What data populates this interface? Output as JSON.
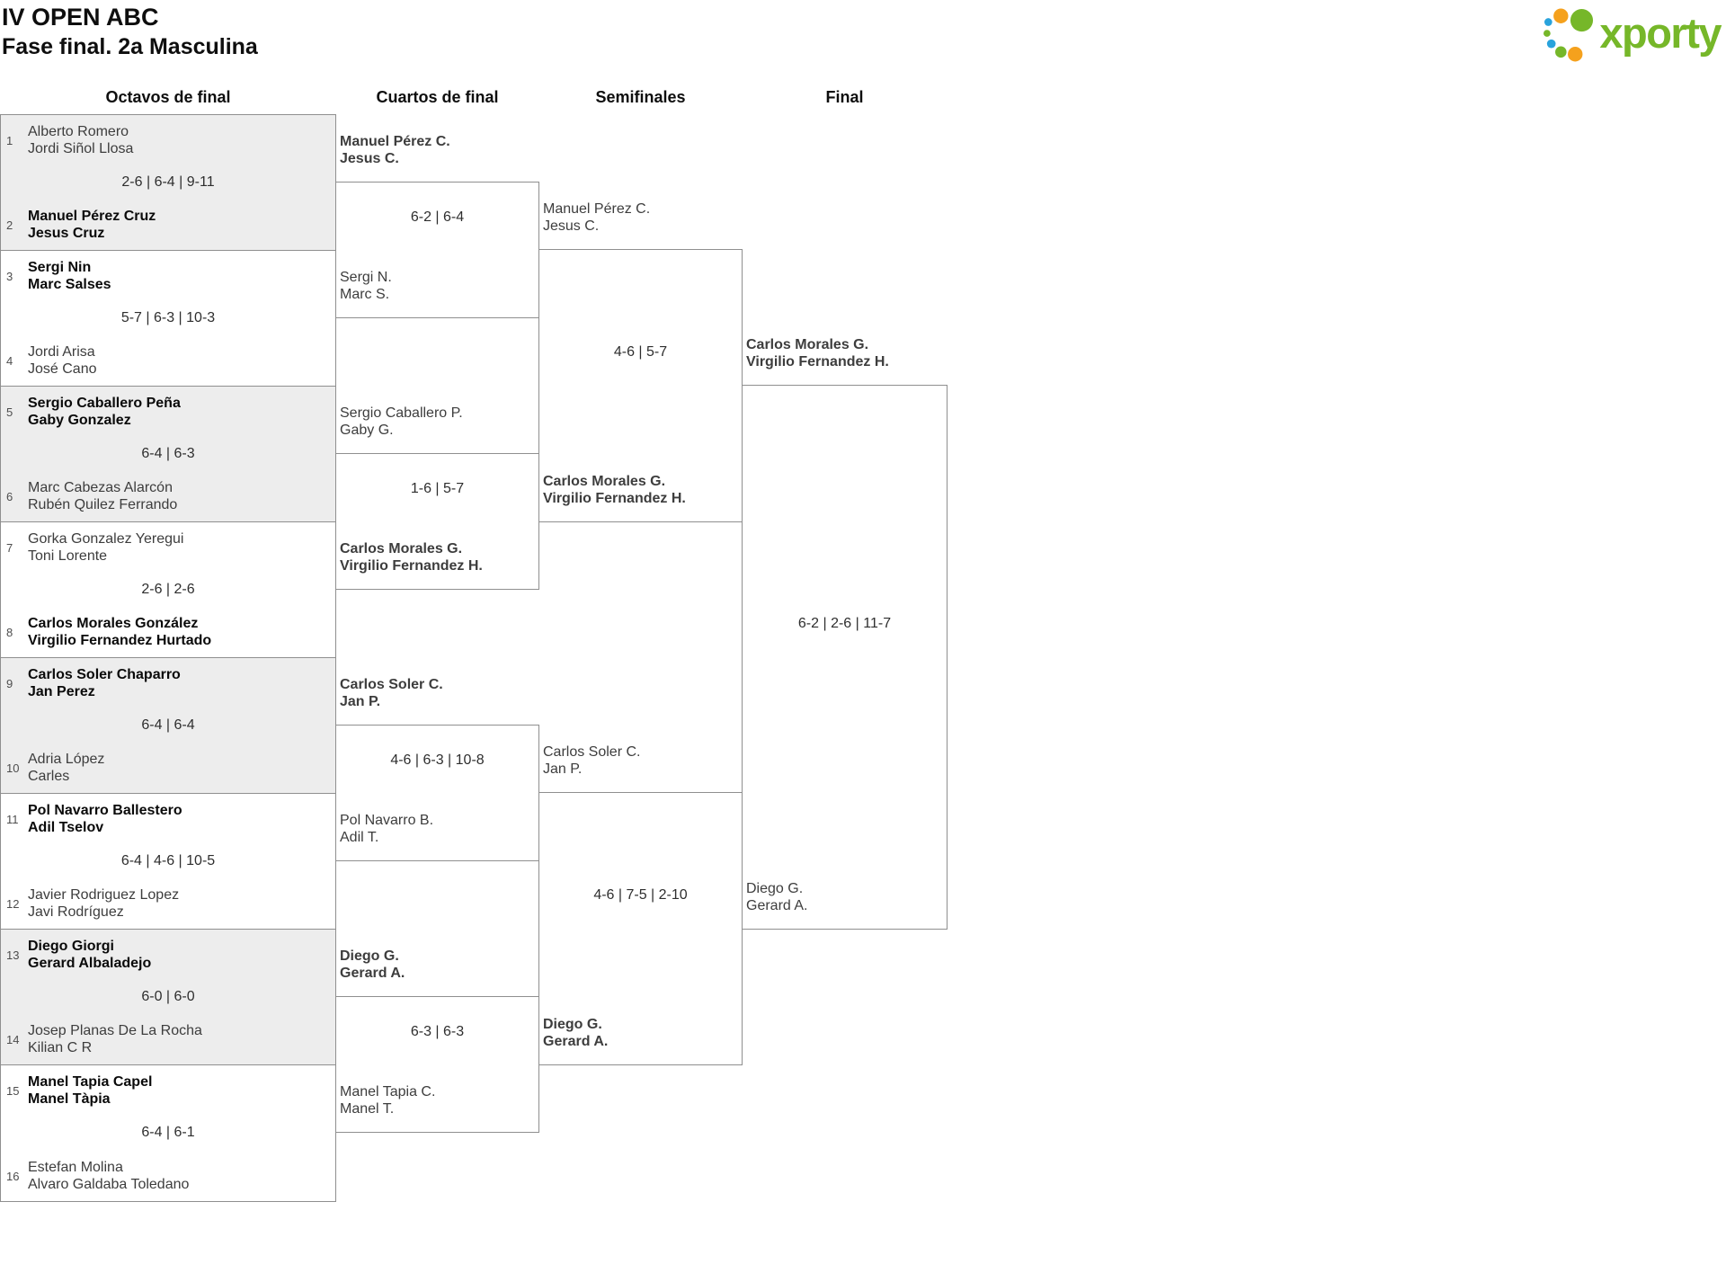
{
  "header": {
    "title": "IV OPEN ABC",
    "subtitle": "Fase final. 2a Masculina"
  },
  "logo": {
    "text": "xporty",
    "green": "#76b729",
    "orange": "#f5a11d",
    "blue": "#29a3dc"
  },
  "rounds": {
    "octavos": "Octavos de final",
    "cuartos": "Cuartos de final",
    "semifinales": "Semifinales",
    "final": "Final"
  },
  "octavos": [
    {
      "seed1": "1",
      "team1": [
        "Alberto Romero",
        "Jordi Siñol Llosa"
      ],
      "bold1": false,
      "score": "2-6 | 6-4 | 9-11",
      "seed2": "2",
      "team2": [
        "Manuel Pérez Cruz",
        "Jesus Cruz"
      ],
      "bold2": true
    },
    {
      "seed1": "3",
      "team1": [
        "Sergi Nin",
        "Marc Salses"
      ],
      "bold1": true,
      "score": "5-7 | 6-3 | 10-3",
      "seed2": "4",
      "team2": [
        "Jordi Arisa",
        "José Cano"
      ],
      "bold2": false
    },
    {
      "seed1": "5",
      "team1": [
        "Sergio Caballero Peña",
        "Gaby Gonzalez"
      ],
      "bold1": true,
      "score": "6-4 | 6-3",
      "seed2": "6",
      "team2": [
        "Marc Cabezas Alarcón",
        "Rubén Quilez Ferrando"
      ],
      "bold2": false
    },
    {
      "seed1": "7",
      "team1": [
        "Gorka Gonzalez Yeregui",
        "Toni Lorente"
      ],
      "bold1": false,
      "score": "2-6 | 2-6",
      "seed2": "8",
      "team2": [
        "Carlos Morales González",
        "Virgilio Fernandez Hurtado"
      ],
      "bold2": true
    },
    {
      "seed1": "9",
      "team1": [
        "Carlos Soler Chaparro",
        "Jan Perez"
      ],
      "bold1": true,
      "score": "6-4 | 6-4",
      "seed2": "10",
      "team2": [
        "Adria López",
        "Carles"
      ],
      "bold2": false
    },
    {
      "seed1": "11",
      "team1": [
        "Pol Navarro Ballestero",
        "Adil Tselov"
      ],
      "bold1": true,
      "score": "6-4 | 4-6 | 10-5",
      "seed2": "12",
      "team2": [
        "Javier Rodriguez Lopez",
        "Javi Rodríguez"
      ],
      "bold2": false
    },
    {
      "seed1": "13",
      "team1": [
        "Diego Giorgi",
        "Gerard Albaladejo"
      ],
      "bold1": true,
      "score": "6-0 | 6-0",
      "seed2": "14",
      "team2": [
        "Josep Planas De La Rocha",
        "Kilian C R"
      ],
      "bold2": false
    },
    {
      "seed1": "15",
      "team1": [
        "Manel Tapia Capel",
        "Manel Tàpia"
      ],
      "bold1": true,
      "score": "6-4 | 6-1",
      "seed2": "16",
      "team2": [
        "Estefan Molina",
        "Alvaro Galdaba Toledano"
      ],
      "bold2": false
    }
  ],
  "cuartos": [
    {
      "team1": [
        "Manuel Pérez C.",
        "Jesus C."
      ],
      "bold1": true,
      "score": "6-2 | 6-4",
      "team2": [
        "Sergi N.",
        "Marc S."
      ],
      "bold2": false
    },
    {
      "team1": [
        "Sergio Caballero P.",
        "Gaby G."
      ],
      "bold1": false,
      "score": "1-6 | 5-7",
      "team2": [
        "Carlos Morales G.",
        "Virgilio Fernandez H."
      ],
      "bold2": true
    },
    {
      "team1": [
        "Carlos Soler C.",
        "Jan P."
      ],
      "bold1": true,
      "score": "4-6 | 6-3 | 10-8",
      "team2": [
        "Pol Navarro B.",
        "Adil T."
      ],
      "bold2": false
    },
    {
      "team1": [
        "Diego G.",
        "Gerard A."
      ],
      "bold1": true,
      "score": "6-3 | 6-3",
      "team2": [
        "Manel Tapia C.",
        "Manel T."
      ],
      "bold2": false
    }
  ],
  "semifinales": [
    {
      "team1": [
        "Manuel Pérez C.",
        "Jesus C."
      ],
      "bold1": false,
      "score": "4-6 | 5-7",
      "team2": [
        "Carlos Morales G.",
        "Virgilio Fernandez H."
      ],
      "bold2": true
    },
    {
      "team1": [
        "Carlos Soler C.",
        "Jan P."
      ],
      "bold1": false,
      "score": "4-6 | 7-5 | 2-10",
      "team2": [
        "Diego G.",
        "Gerard A."
      ],
      "bold2": true
    }
  ],
  "final": {
    "team1": [
      "Carlos Morales G.",
      "Virgilio Fernandez H."
    ],
    "bold1": true,
    "score": "6-2 | 2-6 | 11-7",
    "team2": [
      "Diego G.",
      "Gerard A."
    ],
    "bold2": false
  }
}
